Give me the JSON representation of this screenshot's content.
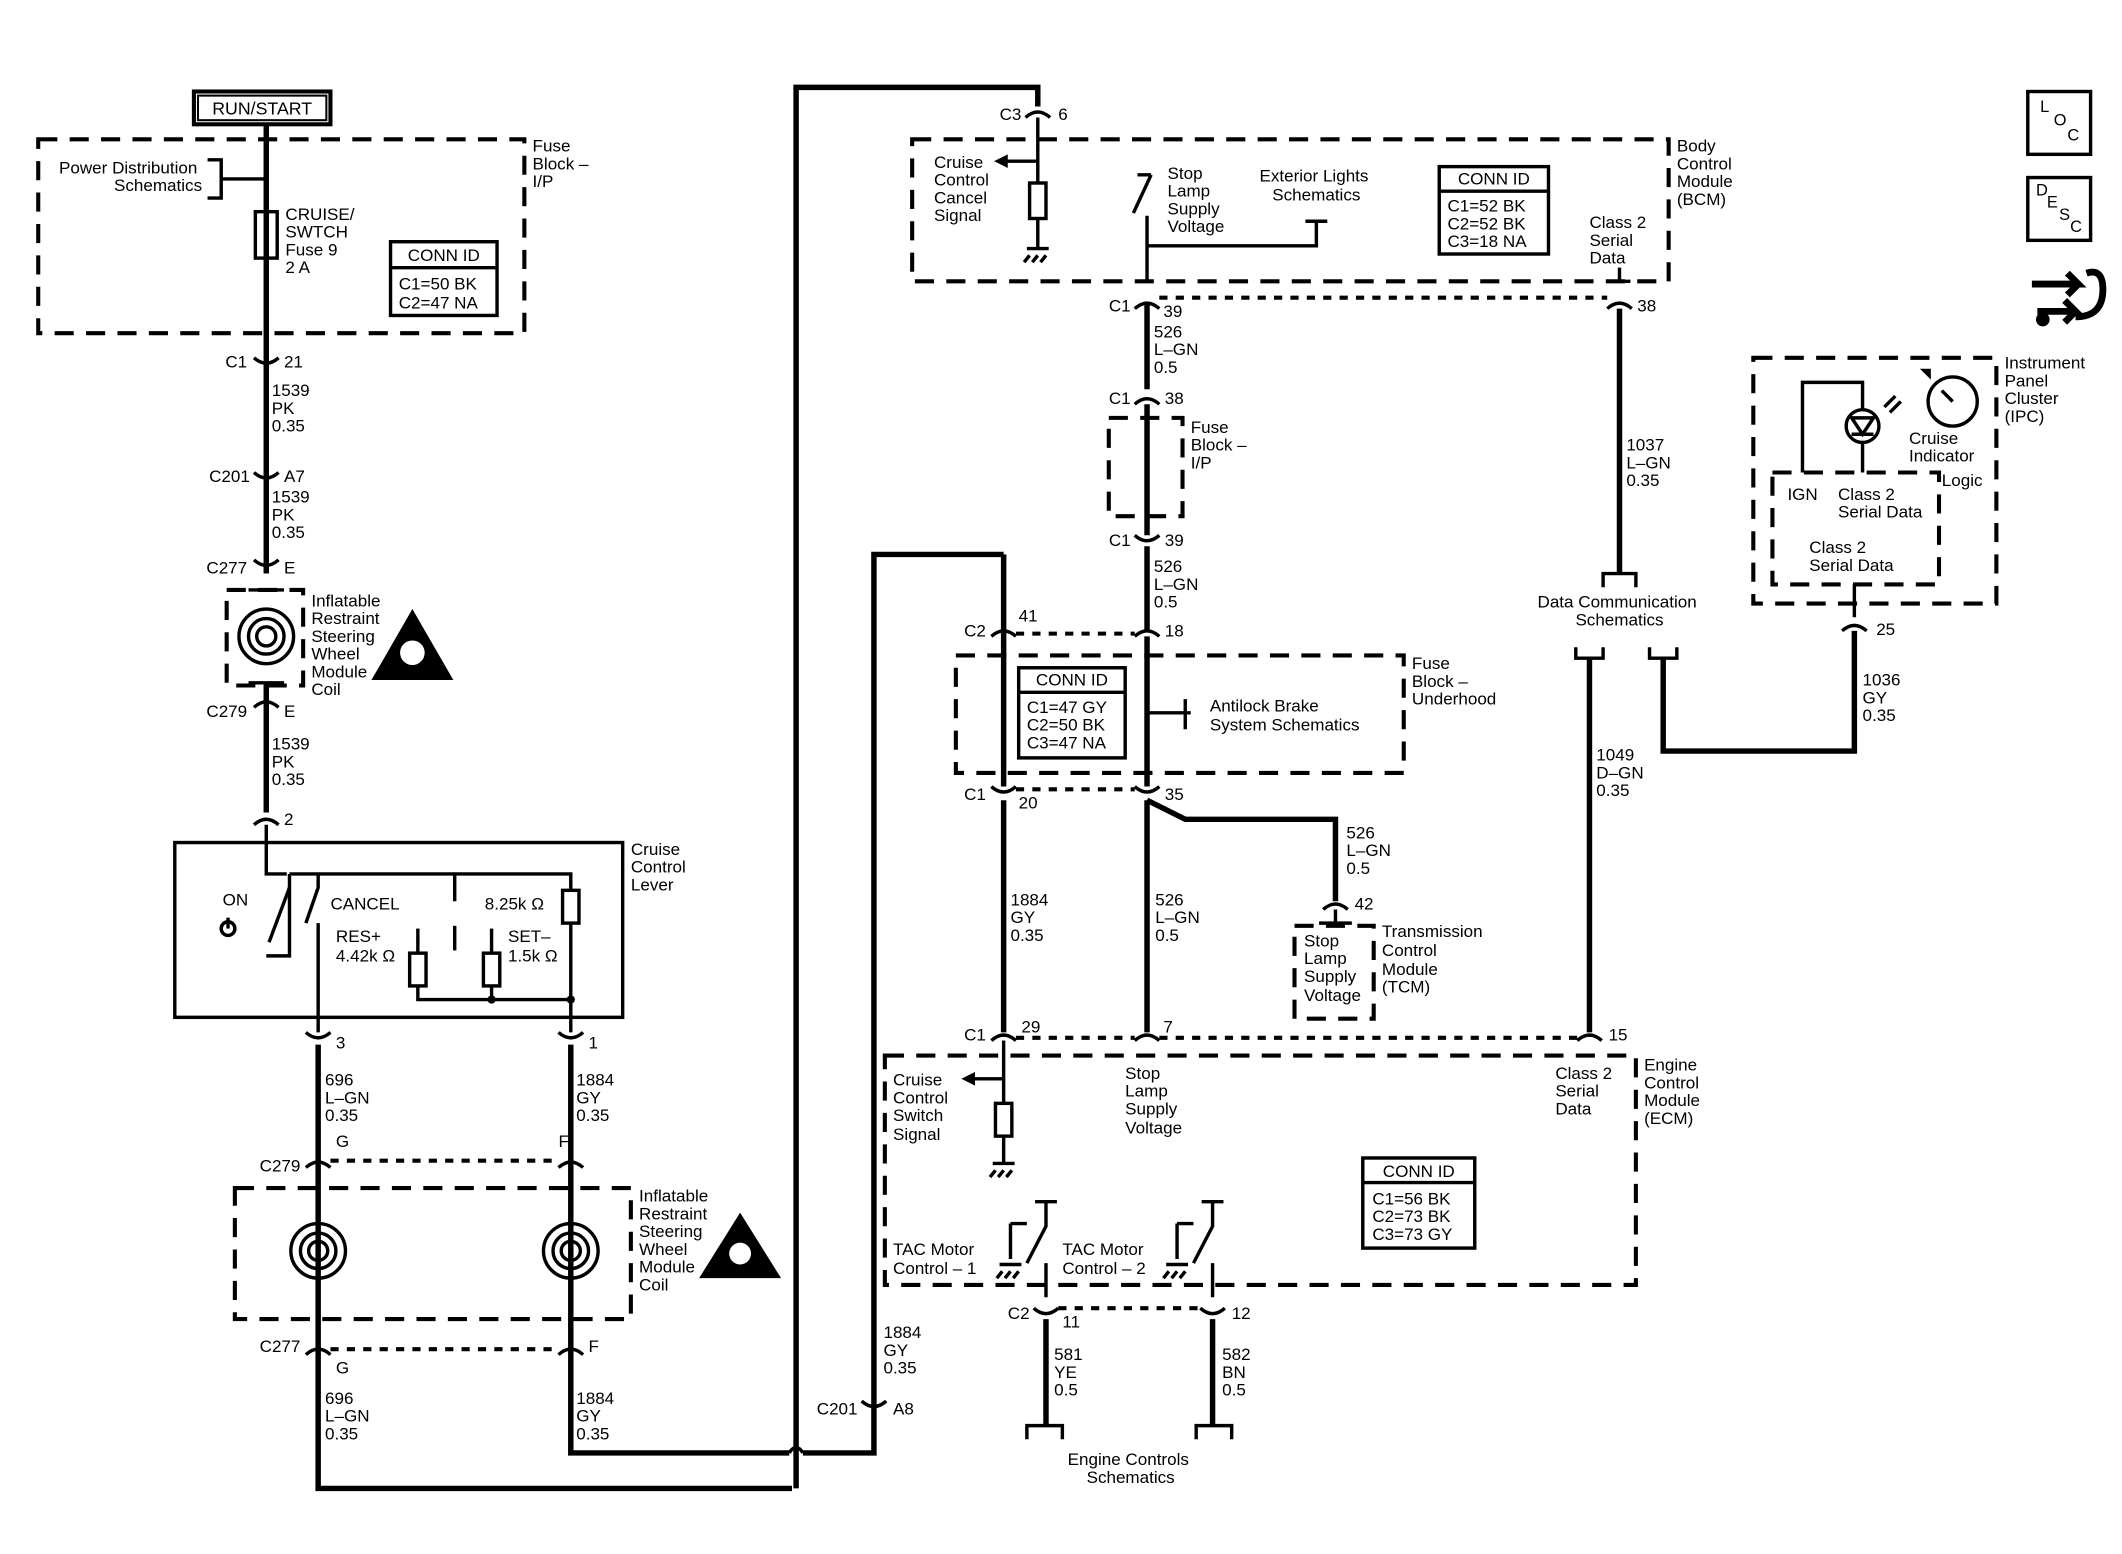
{
  "title_box": "RUN/START",
  "icons": {
    "loc": [
      "L",
      "O",
      "C"
    ],
    "desc": [
      "D",
      "E",
      "S",
      "C"
    ]
  },
  "fuse_block_ip": {
    "name": [
      "Fuse",
      "Block –",
      "I/P"
    ],
    "power_dist": [
      "Power Distribution",
      "Schematics"
    ],
    "fuse": [
      "CRUISE/",
      "SWTCH",
      "Fuse 9",
      "2 A"
    ],
    "conn_title": "CONN ID",
    "conn": [
      "C1=50 BK",
      "C2=47 NA"
    ]
  },
  "left_conn": {
    "c1": "C1",
    "c1_pin": "21",
    "w1": [
      "1539",
      "PK",
      "0.35"
    ],
    "c201": "C201",
    "c201_pin": "A7",
    "w2": [
      "1539",
      "PK",
      "0.35"
    ],
    "c277": "C277",
    "c277_pin": "E",
    "coil1": [
      "Inflatable",
      "Restraint",
      "Steering",
      "Wheel",
      "Module",
      "Coil"
    ],
    "c279": "C279",
    "c279_pin": "E",
    "w3": [
      "1539",
      "PK",
      "0.35"
    ],
    "pin2": "2"
  },
  "cruise_lever": {
    "name": [
      "Cruise",
      "Control",
      "Lever"
    ],
    "on": "ON",
    "cancel": "CANCEL",
    "r1": "8.25k Ω",
    "res_plus": [
      "RES+",
      "4.42k Ω"
    ],
    "set_minus": [
      "SET–",
      "1.5k Ω"
    ],
    "pin3": "3",
    "pin1": "1"
  },
  "lower_left": {
    "wa": [
      "696",
      "L–GN",
      "0.35"
    ],
    "wb": [
      "1884",
      "GY",
      "0.35"
    ],
    "c279": "C279",
    "pin_g": "G",
    "pin_f": "F",
    "coil2": [
      "Inflatable",
      "Restraint",
      "Steering",
      "Wheel",
      "Module",
      "Coil"
    ],
    "c277": "C277",
    "pin_g2": "G",
    "pin_f2": "F",
    "wc": [
      "696",
      "L–GN",
      "0.35"
    ],
    "wd": [
      "1884",
      "GY",
      "0.35"
    ],
    "we": [
      "1884",
      "GY",
      "0.35"
    ],
    "c201": "C201",
    "c201_pin": "A8"
  },
  "bcm": {
    "name": [
      "Body",
      "Control",
      "Module",
      "(BCM)"
    ],
    "c3": "C3",
    "c3_pin": "6",
    "cancel": [
      "Cruise",
      "Control",
      "Cancel",
      "Signal"
    ],
    "stop": [
      "Stop",
      "Lamp",
      "Supply",
      "Voltage"
    ],
    "ext": [
      "Exterior Lights",
      "Schematics"
    ],
    "conn_title": "CONN ID",
    "conn": [
      "C1=52 BK",
      "C2=52 BK",
      "C3=18 NA"
    ],
    "class2": [
      "Class 2",
      "Serial",
      "Data"
    ],
    "c1": "C1",
    "pin39": "39",
    "pin38": "38"
  },
  "middle": {
    "w1": [
      "526",
      "L–GN",
      "0.5"
    ],
    "c1a": "C1",
    "pin38": "38",
    "fuse_ip": [
      "Fuse",
      "Block –",
      "I/P"
    ],
    "c1b": "C1",
    "pin39": "39",
    "w2": [
      "526",
      "L–GN",
      "0.5"
    ],
    "c2": "C2",
    "pin41": "41",
    "pin18": "18",
    "w_1037": [
      "1037",
      "L–GN",
      "0.35"
    ],
    "dcs": [
      "Data Communication",
      "Schematics"
    ]
  },
  "underhood": {
    "name": [
      "Fuse",
      "Block –",
      "Underhood"
    ],
    "conn_title": "CONN ID",
    "conn": [
      "C1=47 GY",
      "C2=50 BK",
      "C3=47 NA"
    ],
    "abs": [
      "Antilock Brake",
      "System Schematics"
    ],
    "c1": "C1",
    "pin20": "20",
    "pin35": "35"
  },
  "tcm": {
    "w": [
      "526",
      "L–GN",
      "0.5"
    ],
    "pin42": "42",
    "stop": [
      "Stop",
      "Lamp",
      "Supply",
      "Voltage"
    ],
    "name": [
      "Transmission",
      "Control",
      "Module",
      "(TCM)"
    ]
  },
  "ecm_wires": {
    "w_1884": [
      "1884",
      "GY",
      "0.35"
    ],
    "w_526": [
      "526",
      "L–GN",
      "0.5"
    ],
    "w_1049": [
      "1049",
      "D–GN",
      "0.35"
    ],
    "c1": "C1",
    "pin29": "29",
    "pin7": "7",
    "pin15": "15"
  },
  "ecm": {
    "name": [
      "Engine",
      "Control",
      "Module",
      "(ECM)"
    ],
    "switch": [
      "Cruise",
      "Control",
      "Switch",
      "Signal"
    ],
    "stop": [
      "Stop",
      "Lamp",
      "Supply",
      "Voltage"
    ],
    "class2": [
      "Class 2",
      "Serial",
      "Data"
    ],
    "conn_title": "CONN ID",
    "conn": [
      "C1=56 BK",
      "C2=73 BK",
      "C3=73 GY"
    ],
    "tac1": [
      "TAC Motor",
      "Control – 1"
    ],
    "tac2": [
      "TAC Motor",
      "Control – 2"
    ],
    "c2": "C2",
    "pin11": "11",
    "pin12": "12",
    "w581": [
      "581",
      "YE",
      "0.5"
    ],
    "w582": [
      "582",
      "BN",
      "0.5"
    ],
    "engine": [
      "Engine Controls",
      "Schematics"
    ]
  },
  "ipc": {
    "name": [
      "Instrument",
      "Panel",
      "Cluster",
      "(IPC)"
    ],
    "cruise": [
      "Cruise",
      "Indicator"
    ],
    "logic": "Logic",
    "ign": "IGN",
    "class2a": [
      "Class 2",
      "Serial Data"
    ],
    "class2b": [
      "Class 2",
      "Serial Data"
    ],
    "pin25": "25",
    "w": [
      "1036",
      "GY",
      "0.35"
    ]
  }
}
